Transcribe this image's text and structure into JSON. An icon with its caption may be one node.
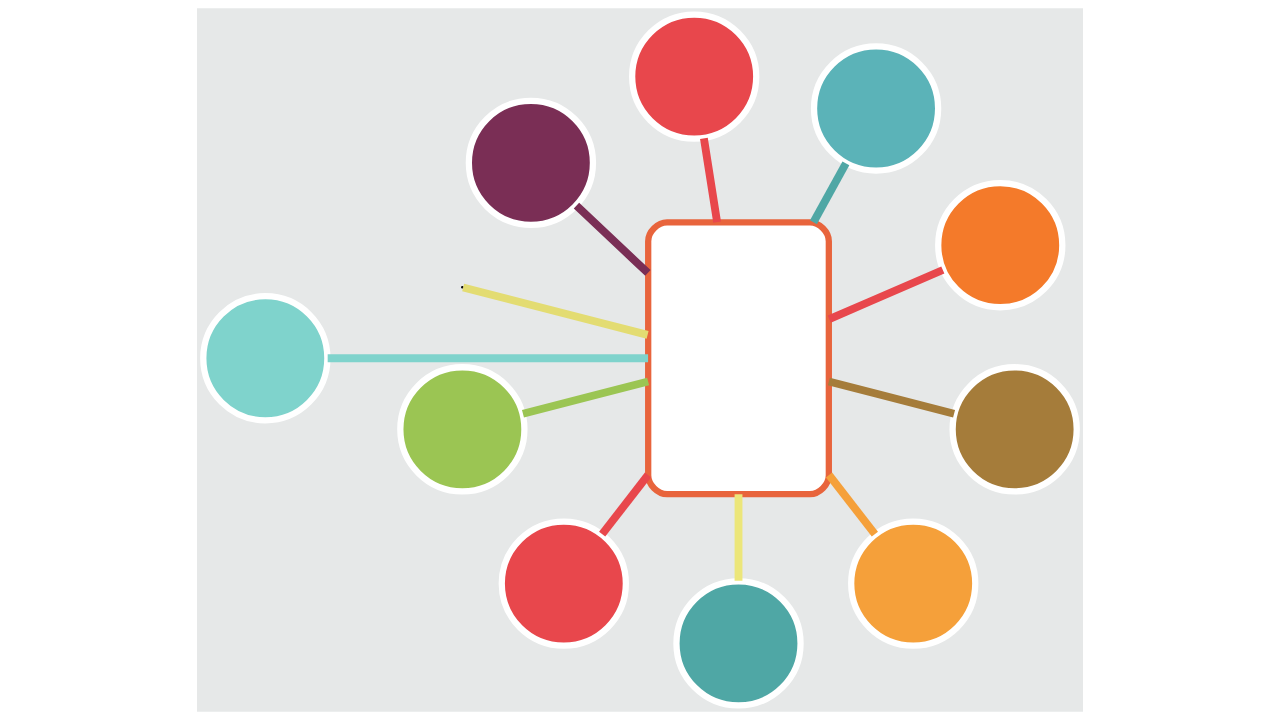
{
  "diagram": {
    "nodes": [
      {
        "text": [],
        "shape": "circle"
      },
      {
        "text": [],
        "shape": "circle"
      },
      {
        "text": [],
        "shape": "circle"
      },
      {
        "text": [],
        "shape": "circle"
      },
      {
        "text": [],
        "shape": "person"
      },
      {
        "text": [],
        "shape": "circle"
      },
      {
        "text": [],
        "shape": "circle"
      },
      {
        "text": [],
        "shape": "circle"
      },
      {
        "text": [],
        "shape": "circle"
      },
      {
        "text": [],
        "shape": "circle"
      },
      {
        "text": [],
        "shape": "circle"
      }
    ],
    "edges": [
      {
        "from": 0,
        "to": 4,
        "arrow": "none",
        "color": "#7fd3cc"
      },
      {
        "from": null,
        "to": 4,
        "arrow": "none",
        "color": "#e3dc72"
      },
      {
        "from": 1,
        "to": 4,
        "arrow": "none",
        "color": "#9bc553"
      },
      {
        "from": 3,
        "to": 4,
        "arrow": "none",
        "color": "#ece67a"
      },
      {
        "from": 6,
        "to": 4,
        "arrow": "none",
        "color": "#a57c3a"
      },
      {
        "from": 8,
        "to": 4,
        "arrow": "none",
        "color": "#4fa7a5"
      },
      {
        "from": 10,
        "to": 4,
        "arrow": "none",
        "color": "#7a2e55"
      },
      {
        "from": 9,
        "to": 4,
        "arrow": "none",
        "color": "#e8474c"
      },
      {
        "from": 7,
        "to": 4,
        "arrow": "none",
        "color": "#e8474c"
      },
      {
        "from": 5,
        "to": 4,
        "arrow": "none",
        "color": "#f5a03a"
      },
      {
        "from": 2,
        "to": 4,
        "arrow": "none",
        "color": "#e8474c"
      }
    ]
  }
}
